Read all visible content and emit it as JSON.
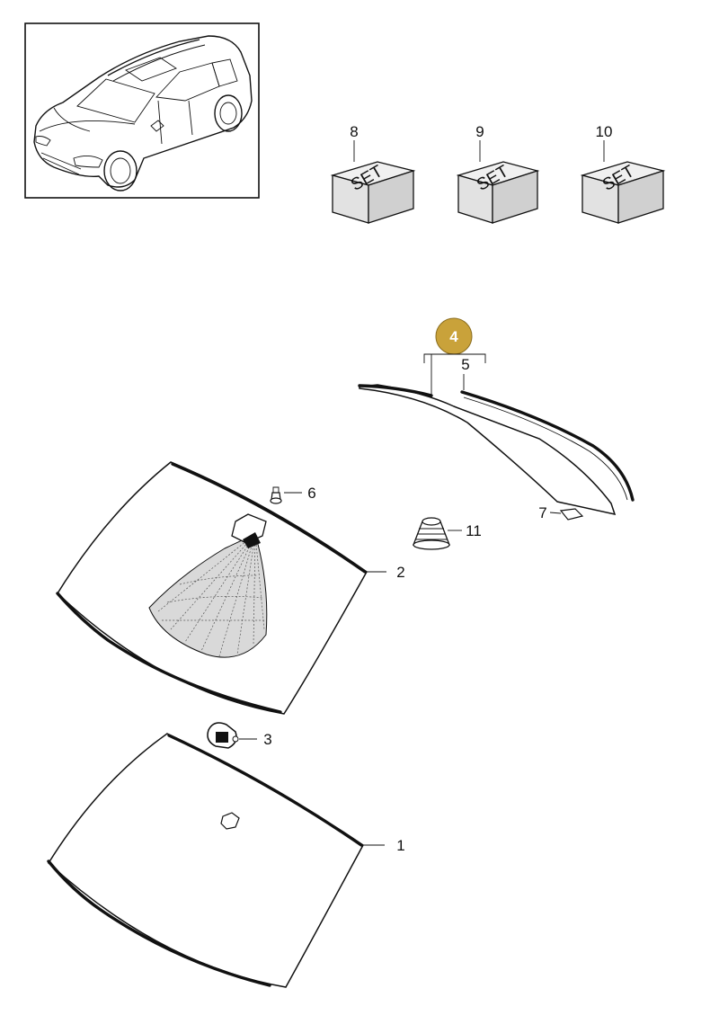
{
  "set_kits": [
    {
      "number": "8",
      "label": "SET"
    },
    {
      "number": "9",
      "label": "SET"
    },
    {
      "number": "10",
      "label": "SET"
    }
  ],
  "callouts": {
    "c1": "1",
    "c2": "2",
    "c3": "3",
    "c4": "4",
    "c5": "5",
    "c6": "6",
    "c7": "7",
    "c11": "11"
  },
  "colors": {
    "highlight": "#c9a23a",
    "line": "#111111",
    "sensor_fill": "#d9d9d9"
  }
}
